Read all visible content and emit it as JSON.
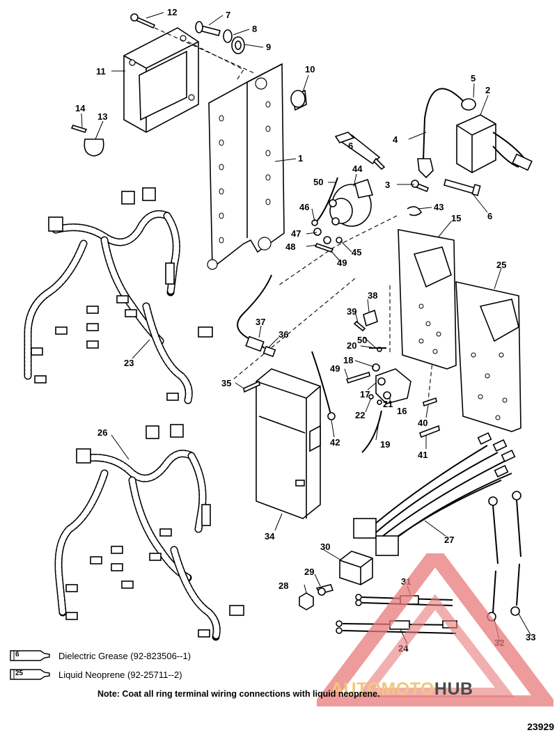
{
  "callouts": [
    {
      "id": "c1",
      "label": "1"
    },
    {
      "id": "c2",
      "label": "2"
    },
    {
      "id": "c3",
      "label": "3"
    },
    {
      "id": "c4",
      "label": "4"
    },
    {
      "id": "c5",
      "label": "5"
    },
    {
      "id": "c6",
      "label": "6"
    },
    {
      "id": "c6b",
      "label": "6"
    },
    {
      "id": "c7",
      "label": "7"
    },
    {
      "id": "c8",
      "label": "8"
    },
    {
      "id": "c9",
      "label": "9"
    },
    {
      "id": "c10",
      "label": "10"
    },
    {
      "id": "c11",
      "label": "11"
    },
    {
      "id": "c12",
      "label": "12"
    },
    {
      "id": "c13",
      "label": "13"
    },
    {
      "id": "c14",
      "label": "14"
    },
    {
      "id": "c15",
      "label": "15"
    },
    {
      "id": "c16",
      "label": "16"
    },
    {
      "id": "c17",
      "label": "17"
    },
    {
      "id": "c18",
      "label": "18"
    },
    {
      "id": "c19",
      "label": "19"
    },
    {
      "id": "c20",
      "label": "20"
    },
    {
      "id": "c21",
      "label": "21"
    },
    {
      "id": "c22",
      "label": "22"
    },
    {
      "id": "c23",
      "label": "23"
    },
    {
      "id": "c24",
      "label": "24"
    },
    {
      "id": "c25",
      "label": "25"
    },
    {
      "id": "c26",
      "label": "26"
    },
    {
      "id": "c27",
      "label": "27"
    },
    {
      "id": "c28",
      "label": "28"
    },
    {
      "id": "c29",
      "label": "29"
    },
    {
      "id": "c30",
      "label": "30"
    },
    {
      "id": "c31",
      "label": "31"
    },
    {
      "id": "c32",
      "label": "32"
    },
    {
      "id": "c33",
      "label": "33"
    },
    {
      "id": "c34",
      "label": "34"
    },
    {
      "id": "c35",
      "label": "35"
    },
    {
      "id": "c36",
      "label": "36"
    },
    {
      "id": "c37",
      "label": "37"
    },
    {
      "id": "c38",
      "label": "38"
    },
    {
      "id": "c39",
      "label": "39"
    },
    {
      "id": "c40",
      "label": "40"
    },
    {
      "id": "c41",
      "label": "41"
    },
    {
      "id": "c42",
      "label": "42"
    },
    {
      "id": "c43",
      "label": "43"
    },
    {
      "id": "c44",
      "label": "44"
    },
    {
      "id": "c45",
      "label": "45"
    },
    {
      "id": "c46",
      "label": "46"
    },
    {
      "id": "c47",
      "label": "47"
    },
    {
      "id": "c48",
      "label": "48"
    },
    {
      "id": "c49",
      "label": "49"
    },
    {
      "id": "c49b",
      "label": "49"
    },
    {
      "id": "c50",
      "label": "50"
    },
    {
      "id": "c50b",
      "label": "50"
    }
  ],
  "legend": [
    {
      "number": "6",
      "text": "Dielectric Grease (92-823506--1)"
    },
    {
      "number": "25",
      "text": "Liquid Neoprene (92-25711--2)"
    }
  ],
  "note": "Note: Coat all ring terminal wiring connections with liquid neoprene.",
  "diagram_code": "23929",
  "watermark": {
    "part1": "AUTOMOTO",
    "part2": "HUB",
    "colors": {
      "triangle": "#e87a7a",
      "text1": "#f3c77a",
      "text2": "#4a4a4a"
    }
  }
}
